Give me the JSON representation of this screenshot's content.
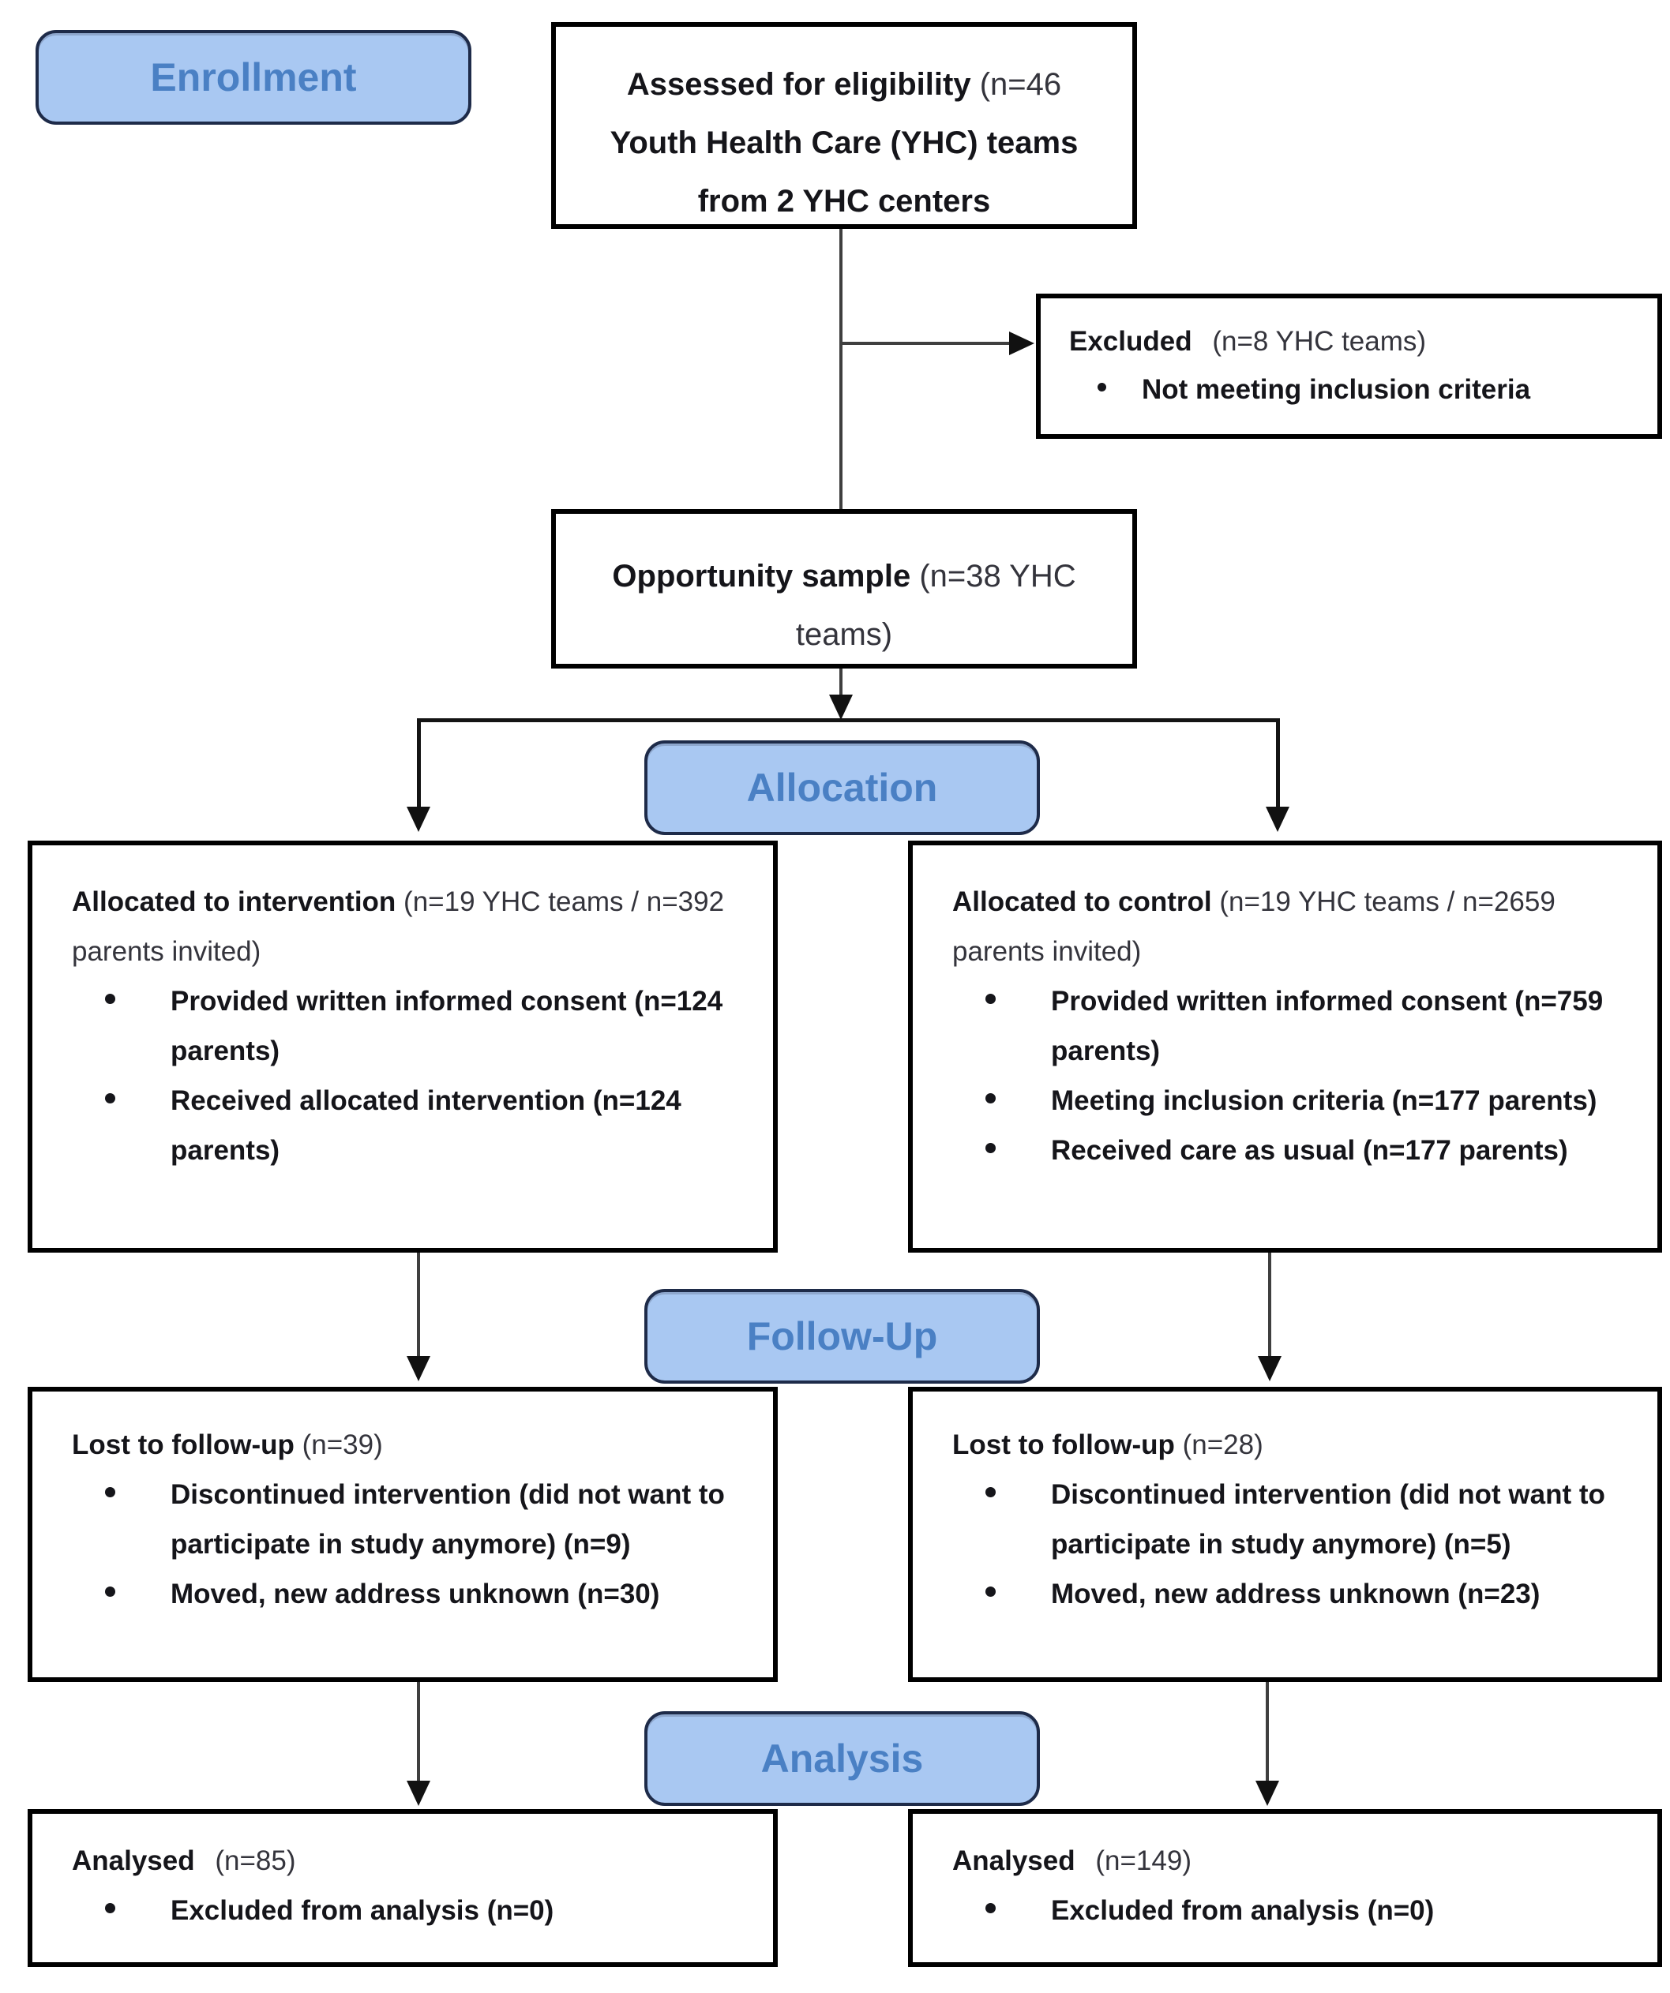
{
  "diagram": {
    "colors": {
      "badge_fill": "#a9c8f2",
      "badge_border": "#1e2b49",
      "badge_text": "#4a80c4",
      "box_border": "#000000",
      "connector": "#3f3f3f",
      "text": "#15151a",
      "count_text": "#34343c"
    },
    "badges": {
      "enrollment": "Enrollment",
      "allocation": "Allocation",
      "followup": "Follow-Up",
      "analysis": "Analysis"
    },
    "boxes": {
      "assessed": {
        "line1_main": "Assessed for eligibility ",
        "line1_count": "(n=46",
        "line2": "Youth Health Care (YHC) teams",
        "line3": "from 2 YHC centers"
      },
      "excluded": {
        "title_main": "Excluded ",
        "title_count": "(n=8 YHC teams)",
        "bullets": [
          "Not meeting inclusion criteria"
        ]
      },
      "opportunity": {
        "title_main": "Opportunity sample ",
        "title_count": "(n=38 YHC teams)"
      },
      "alloc_intervention": {
        "title_main": "Allocated to intervention ",
        "title_count": "(n=19 YHC teams / n=392 parents invited)",
        "bullets": [
          "Provided written informed consent (n=124 parents)",
          "Received allocated intervention (n=124 parents)"
        ]
      },
      "alloc_control": {
        "title_main": "Allocated to control ",
        "title_count": "(n=19 YHC teams / n=2659 parents invited)",
        "bullets": [
          "Provided written informed consent (n=759 parents)",
          "Meeting inclusion criteria (n=177 parents)",
          "Received care as usual (n=177 parents)"
        ]
      },
      "fu_intervention": {
        "title_main": "Lost to follow-up ",
        "title_count": "(n=39)",
        "bullets": [
          "Discontinued intervention (did not want to participate in study anymore) (n=9)",
          "Moved, new address unknown (n=30)"
        ]
      },
      "fu_control": {
        "title_main": "Lost to follow-up ",
        "title_count": "(n=28)",
        "bullets": [
          "Discontinued intervention (did not want to participate in study anymore) (n=5)",
          "Moved, new address unknown (n=23)"
        ]
      },
      "an_intervention": {
        "title_main": "Analysed ",
        "title_count": "(n=85)",
        "bullets": [
          "Excluded from analysis (n=0)"
        ]
      },
      "an_control": {
        "title_main": "Analysed ",
        "title_count": "(n=149)",
        "bullets": [
          "Excluded from analysis (n=0)"
        ]
      }
    }
  }
}
